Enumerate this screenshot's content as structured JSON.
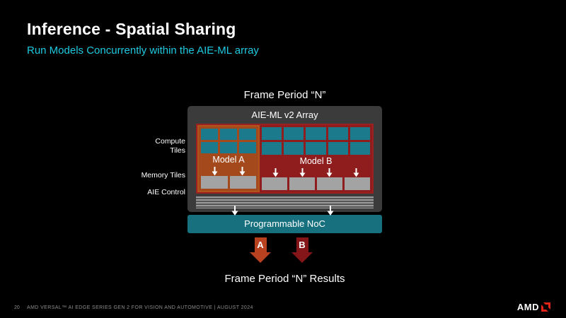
{
  "slide": {
    "title": "Inference - Spatial Sharing",
    "subtitle": "Run Models Concurrently within the AIE-ML array",
    "frame_period_label": "Frame Period “N”",
    "results_label": "Frame Period “N” Results"
  },
  "diagram": {
    "array_title": "AIE-ML v2 Array",
    "row_labels": [
      "Compute Tiles",
      "Memory Tiles",
      "AIE Control"
    ],
    "model_a": {
      "label": "Model A",
      "compute_cols": 3,
      "compute_rows": 2,
      "memory_tiles": 2
    },
    "model_b": {
      "label": "Model B",
      "compute_cols": 5,
      "compute_rows": 2,
      "memory_tiles": 4
    },
    "noc_label": "Programmable NoC",
    "output_arrows": [
      {
        "label": "A",
        "color": "#b8411f"
      },
      {
        "label": "B",
        "color": "#841518"
      }
    ]
  },
  "footer": {
    "page_number": "20",
    "text": "AMD VERSAL™ AI EDGE SERIES GEN 2 FOR VISION AND AUTOMOTIVE  |  AUGUST 2024",
    "logo_text": "AMD"
  },
  "colors": {
    "accent_teal": "#1ec9e0",
    "tile_teal": "#1b7a8c",
    "noc_teal": "#17707e",
    "model_a_border": "#b1531d",
    "model_b_red": "#8f1d1d",
    "memory_gray": "#a3a3a3",
    "amd_red": "#e2231a"
  }
}
